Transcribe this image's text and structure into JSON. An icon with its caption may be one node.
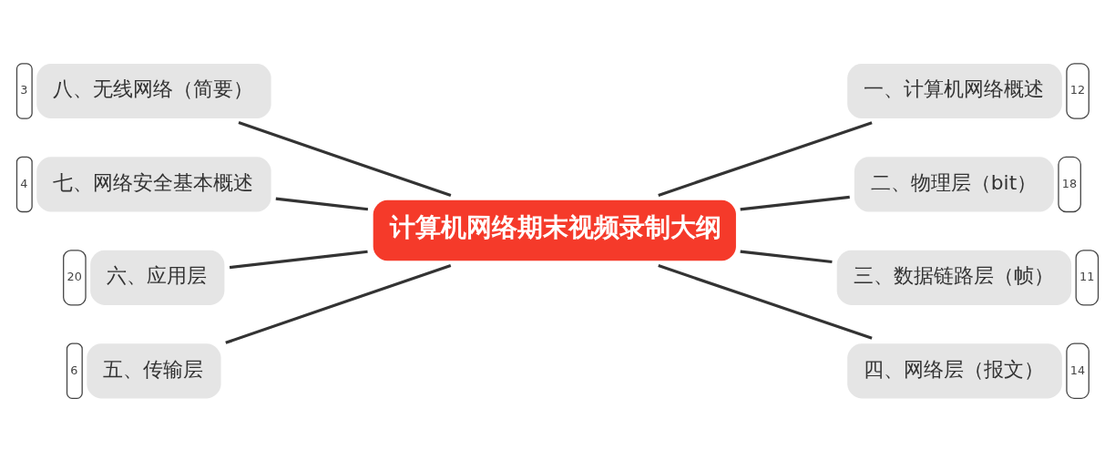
{
  "diagram": {
    "nodes": [
      {
        "text": [
          "计算机网络期末视频录制大纲"
        ]
      },
      {
        "text": [
          "一、计算机网络概述"
        ],
        "beside": [
          "12"
        ]
      },
      {
        "text": [
          "二、物理层（bit）"
        ],
        "beside": [
          "18"
        ]
      },
      {
        "text": [
          "三、数据链路层（帧）"
        ],
        "beside": [
          "11"
        ]
      },
      {
        "text": [
          "四、网络层（报文）"
        ],
        "beside": [
          "14"
        ]
      },
      {
        "text": [
          "五、传输层"
        ],
        "beside": [
          "6"
        ]
      },
      {
        "text": [
          "六、应用层"
        ],
        "beside": [
          "20"
        ]
      },
      {
        "text": [
          "七、网络安全基本概述"
        ],
        "beside": [
          "4"
        ]
      },
      {
        "text": [
          "八、无线网络（简要）"
        ],
        "beside": [
          "3"
        ]
      }
    ],
    "edges": [
      {
        "from": 0,
        "to": 1,
        "arrow": "none"
      },
      {
        "from": 0,
        "to": 2,
        "arrow": "none"
      },
      {
        "from": 0,
        "to": 3,
        "arrow": "none"
      },
      {
        "from": 0,
        "to": 4,
        "arrow": "none"
      },
      {
        "from": 0,
        "to": 5,
        "arrow": "none"
      },
      {
        "from": 0,
        "to": 6,
        "arrow": "none"
      },
      {
        "from": 0,
        "to": 7,
        "arrow": "none"
      },
      {
        "from": 0,
        "to": 8,
        "arrow": "none"
      }
    ]
  }
}
